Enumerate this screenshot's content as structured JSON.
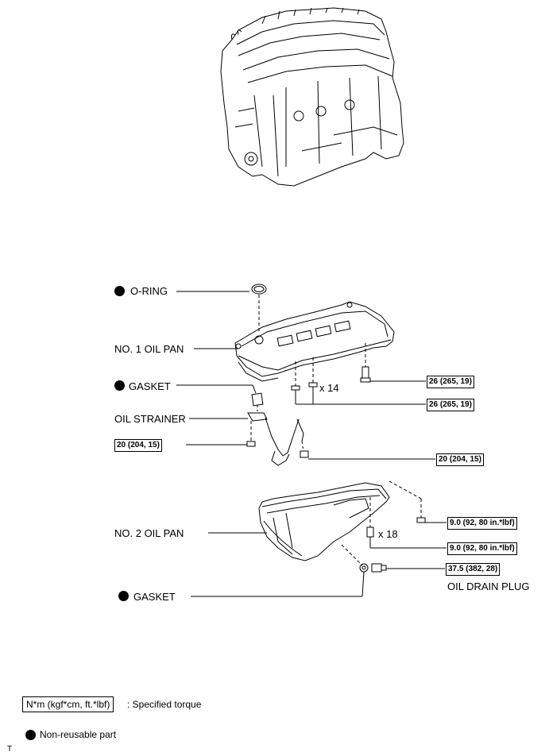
{
  "labels": {
    "oring": "O-RING",
    "no1_oil_pan": "NO. 1 OIL PAN",
    "gasket_top": "GASKET",
    "oil_strainer": "OIL STRAINER",
    "no2_oil_pan": "NO. 2 OIL PAN",
    "gasket_bottom": "GASKET",
    "oil_drain_plug": "OIL DRAIN PLUG",
    "qty_14": "x 14",
    "qty_18": "x 18"
  },
  "torques": {
    "t1": "26 (265, 19)",
    "t2": "26 (265, 19)",
    "t3": "20 (204, 15)",
    "t4": "20 (204, 15)",
    "t5": "9.0 (92, 80 in.*lbf)",
    "t6": "9.0 (92, 80 in.*lbf)",
    "t7": "37.5 (382, 28)"
  },
  "legend": {
    "torque_box": "N*m (kgf*cm, ft.*lbf)",
    "torque_text": ": Specified torque",
    "nonreusable_text": "Non-reusable part"
  },
  "footer_mark": "T"
}
